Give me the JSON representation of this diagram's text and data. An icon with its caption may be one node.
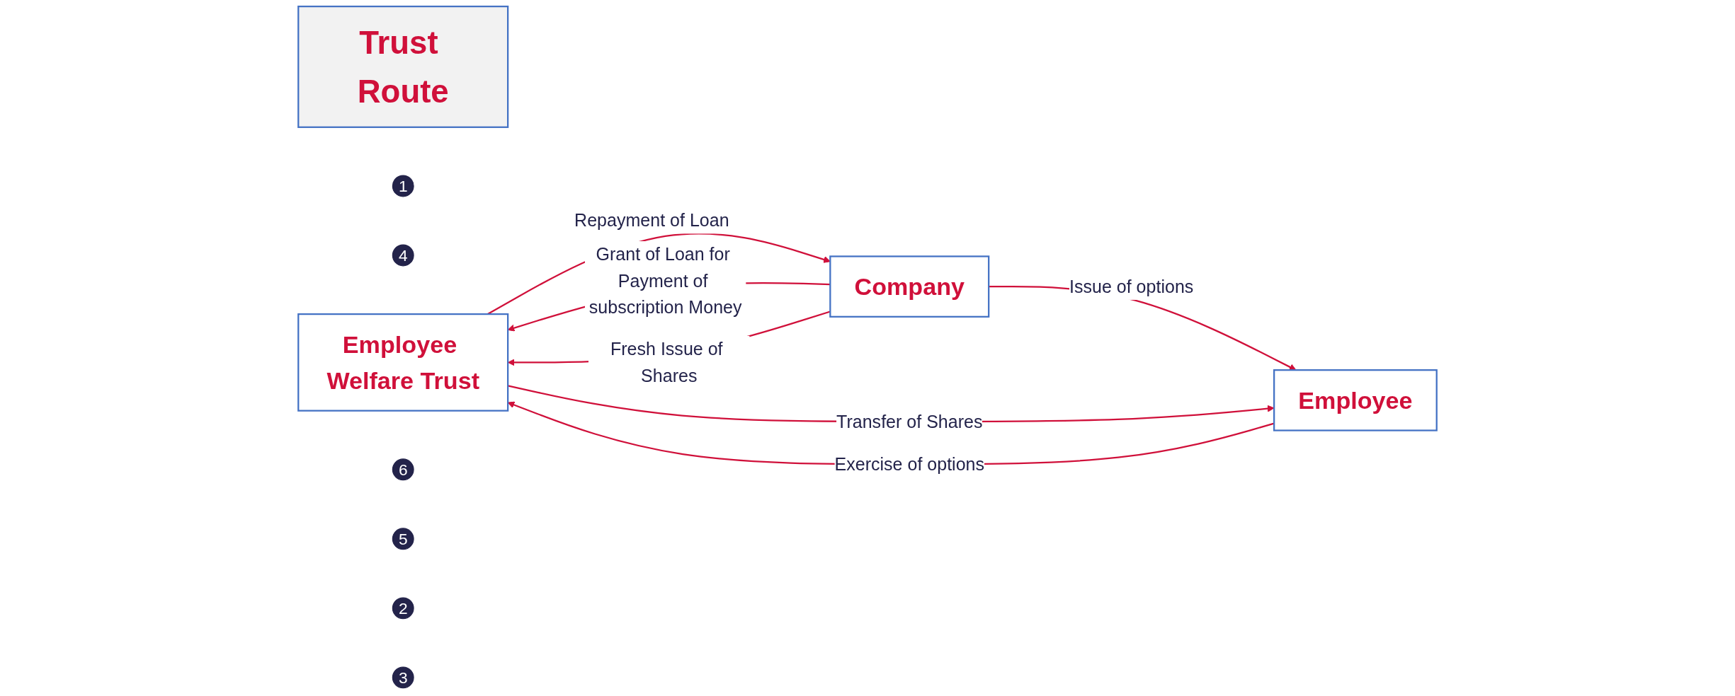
{
  "diagram": {
    "nodes": [
      {
        "text": [
          "Trust Route"
        ]
      },
      {
        "text": [
          "1"
        ]
      },
      {
        "text": [
          "4"
        ]
      },
      {
        "text": [
          "Employee Welfare Trust"
        ]
      },
      {
        "text": [
          "6"
        ]
      },
      {
        "text": [
          "5"
        ]
      },
      {
        "text": [
          "Company"
        ]
      },
      {
        "text": [
          "2"
        ]
      },
      {
        "text": [
          "Employee"
        ]
      },
      {
        "text": [
          "3"
        ]
      }
    ],
    "edges": [
      {
        "from": 6,
        "to": 3,
        "arrow": "to",
        "label": "Grant of Loan for Payment of subscription Money"
      },
      {
        "from": 6,
        "to": 3,
        "arrow": "to",
        "label": "Fresh Issue of Shares"
      },
      {
        "from": 6,
        "to": 8,
        "arrow": "to",
        "label": "Issue of options"
      },
      {
        "from": 8,
        "to": 3,
        "arrow": "to",
        "label": "Exercise of options"
      },
      {
        "from": 3,
        "to": 8,
        "arrow": "to",
        "label": "Transfer of Shares"
      },
      {
        "from": 3,
        "to": 6,
        "arrow": "to",
        "label": "Repayment of Loan"
      }
    ]
  }
}
